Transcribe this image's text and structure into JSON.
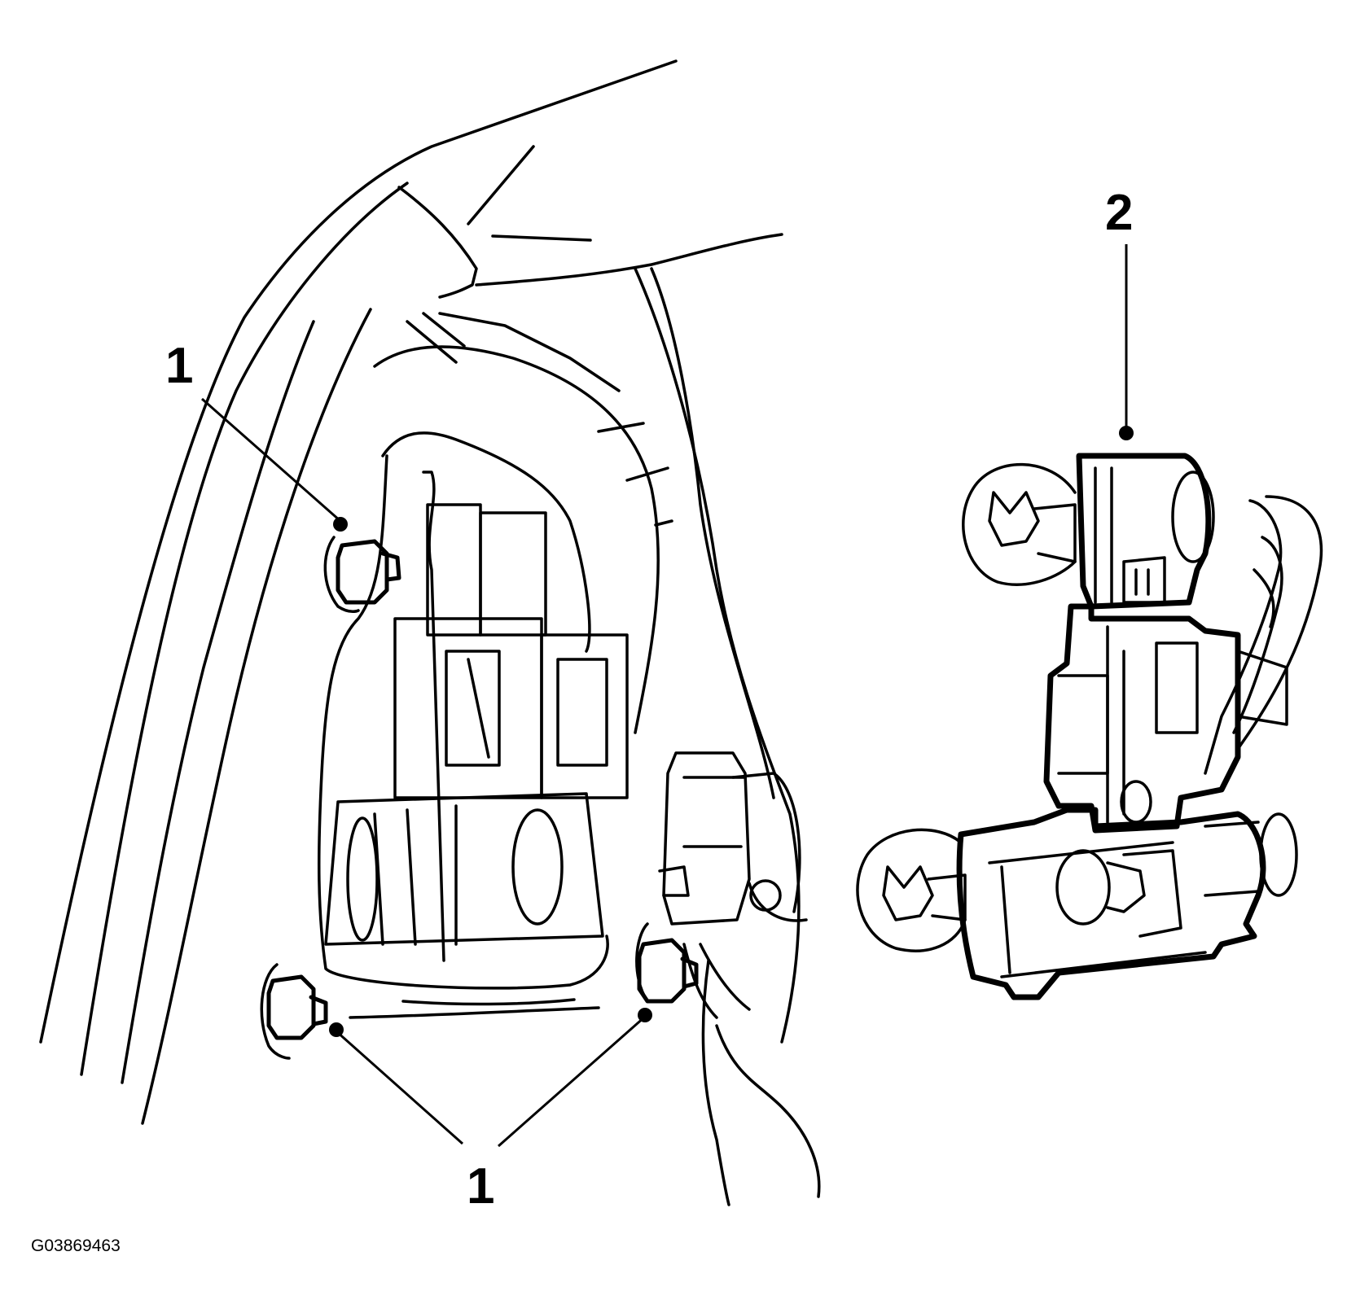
{
  "figure_id": "G03869463",
  "callouts": {
    "nut_top": "1",
    "nuts_bottom": "1",
    "bulb_holder": "2"
  },
  "parts": {
    "nuts": {
      "label": "1",
      "count": 3
    },
    "bulb_holder": {
      "label": "2"
    }
  }
}
